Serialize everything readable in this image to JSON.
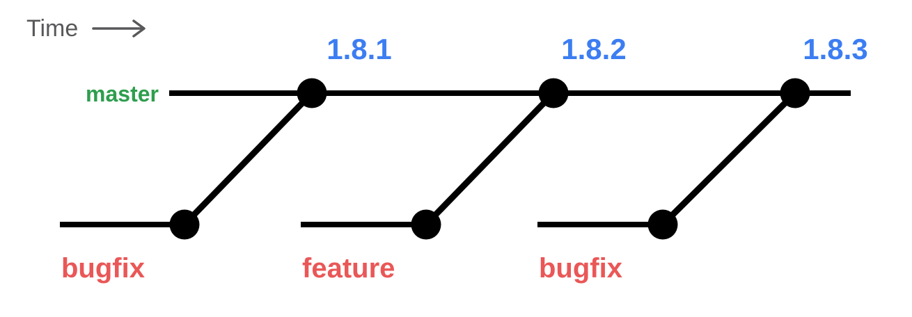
{
  "diagram": {
    "time_axis_label": "Time",
    "colors": {
      "background": "#ffffff",
      "line_black": "#000000",
      "time_gray": "#58585b",
      "master_green": "#2e9e4e",
      "version_blue": "#3c7df2",
      "branch_red": "#ea5757"
    },
    "master_branch": {
      "label": "master",
      "releases": [
        "1.8.1",
        "1.8.2",
        "1.8.3"
      ]
    },
    "branches": [
      {
        "label": "bugfix",
        "merges_into": "1.8.1"
      },
      {
        "label": "feature",
        "merges_into": "1.8.2"
      },
      {
        "label": "bugfix",
        "merges_into": "1.8.3"
      }
    ]
  }
}
